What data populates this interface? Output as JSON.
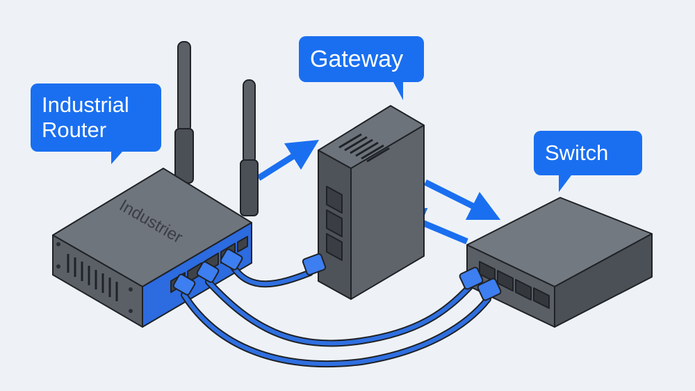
{
  "labels": {
    "router": [
      "Industrial",
      "Router"
    ],
    "gateway": "Gateway",
    "switch": "Switch",
    "router_brand": "Industrier"
  },
  "colors": {
    "background": "#eef2f7",
    "callout": "#1a6ff0",
    "callout_text": "#ffffff",
    "cable": "#2f6fe0",
    "arrow": "#1a6ff0",
    "device_body": "#5f646b",
    "device_top": "#747a82",
    "device_dark": "#4b5057",
    "router_front": "#2c6be0",
    "outline": "#1f2226"
  },
  "devices": [
    {
      "id": "router",
      "icon": "industrial-router-icon",
      "ports": 4,
      "antennas": 2
    },
    {
      "id": "gateway",
      "icon": "gateway-icon",
      "ports": 3
    },
    {
      "id": "switch",
      "icon": "switch-icon",
      "ports": 4
    }
  ]
}
